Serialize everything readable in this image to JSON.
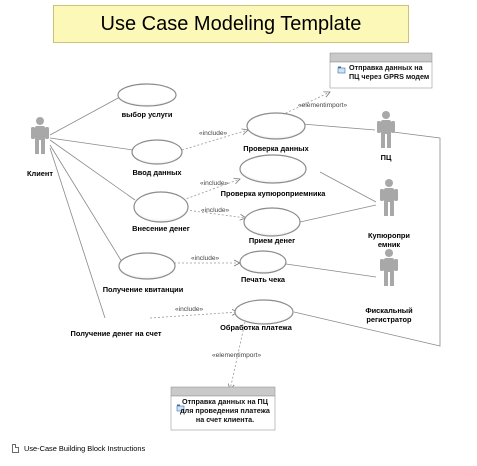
{
  "title": "Use Case Modeling Template",
  "actors": {
    "client": "Клиент",
    "pc": "ПЦ",
    "acceptor": [
      "Купюропри",
      "емник"
    ],
    "registrar": [
      "Фискальный",
      "регистратор"
    ]
  },
  "use_cases": {
    "select_service": "выбор услуги",
    "data_entry": "Ввод данных",
    "data_check": "Проверка данных",
    "acceptor_check": "Проверка купюроприемника",
    "deposit": "Внесение денег",
    "money_receive": "Прием денег",
    "receipt": "Получение квитанции",
    "print_check": "Печать чека",
    "to_account": "Получение денег на счет",
    "payment_processing": "Обработка платежа"
  },
  "stereotypes": {
    "include": "«include»",
    "element_import": "«elementimport»"
  },
  "notes": {
    "gprs": [
      "Отправка данных на",
      "ПЦ через GPRS модем"
    ],
    "payment": [
      "Отправка данных на ПЦ",
      "для проведения платежа",
      "на счет клиента."
    ]
  },
  "footer": {
    "link": "Use-Case Building Block Instructions"
  },
  "colors": {
    "title_bg": "#fcf8b8",
    "actor_fill": "#a8a8a8",
    "usecase_border": "#8c8c8c",
    "note_header": "#c9c9c9"
  }
}
